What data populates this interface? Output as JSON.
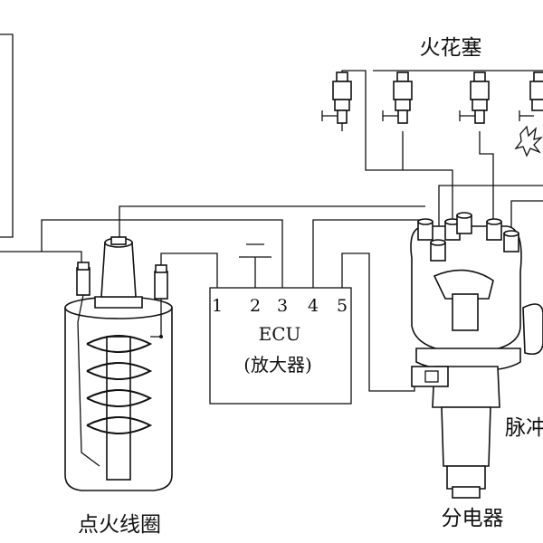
{
  "labels": {
    "spark_plugs": "火花塞",
    "ignition_coil": "点火线圈",
    "distributor": "分电器",
    "ecu_title": "ECU",
    "ecu_subtitle": "(放大器)",
    "pulse_partial": "脉冲",
    "ground_symbol": "二"
  },
  "ecu_terminals": [
    "1",
    "2",
    "3",
    "4",
    "5"
  ],
  "colors": {
    "ink": "#111111",
    "paper": "#ffffff"
  }
}
